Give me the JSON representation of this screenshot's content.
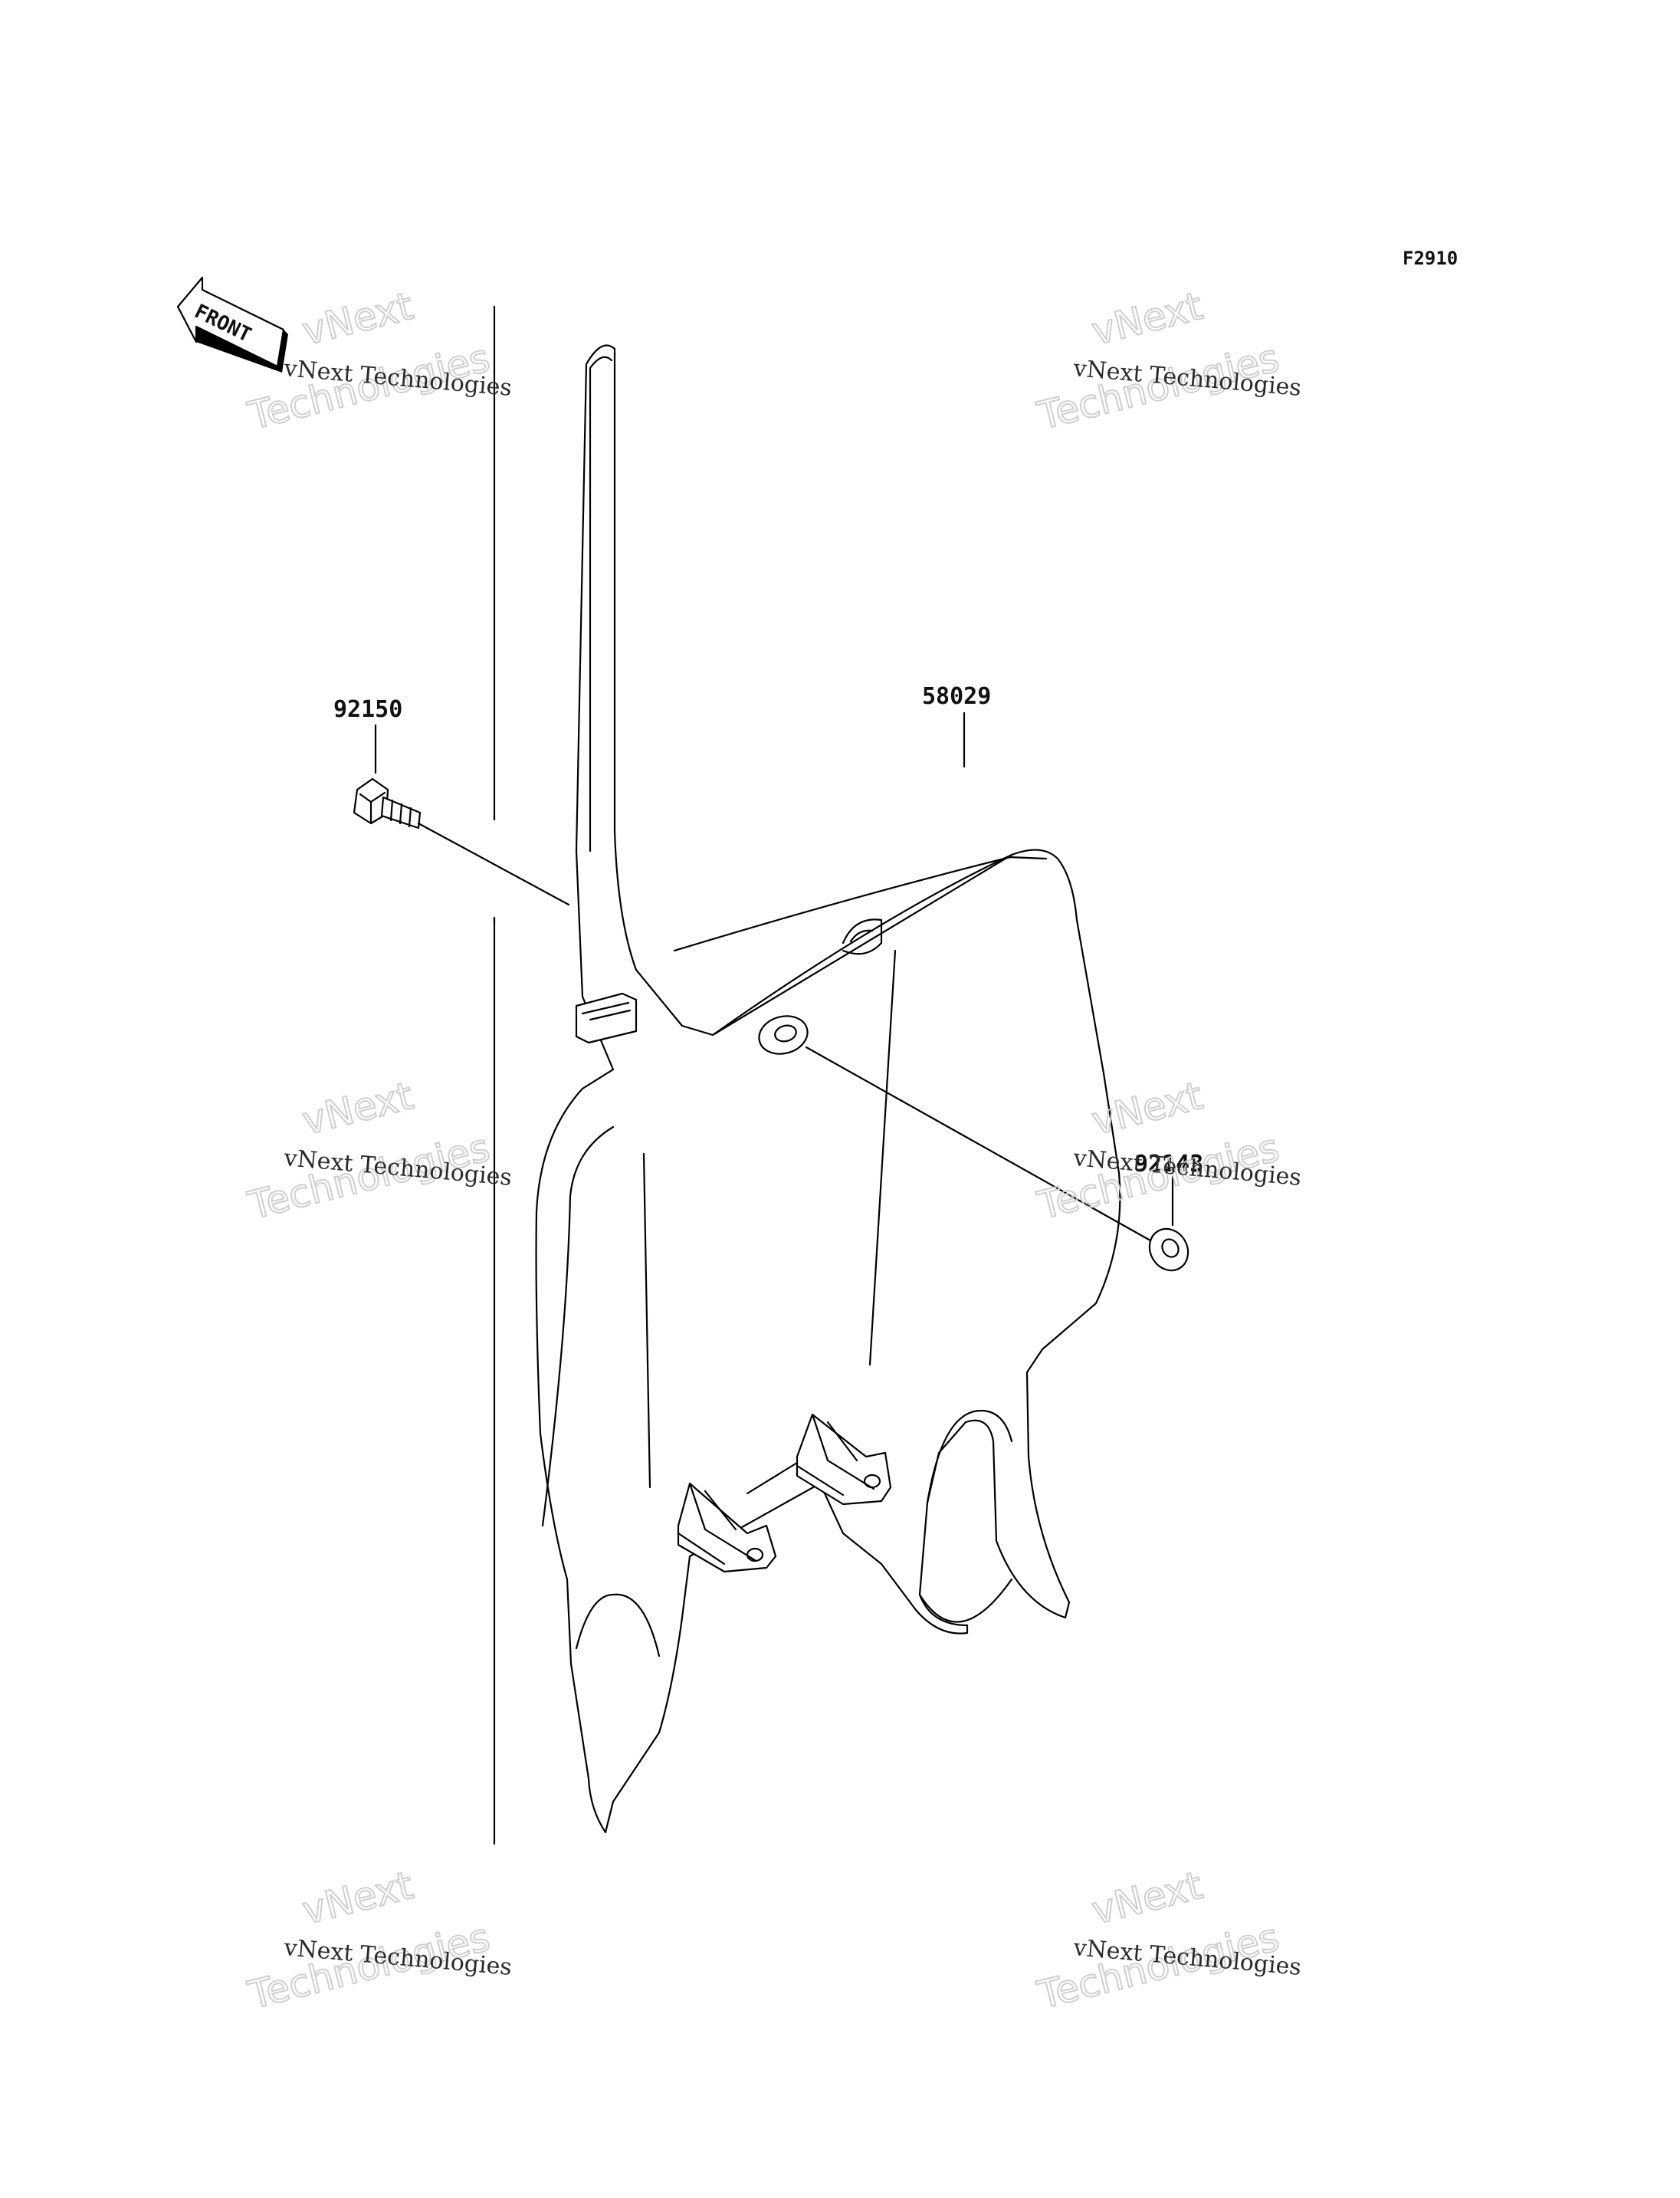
{
  "figure_code": "F2910",
  "front_arrow": {
    "label": "FRONT"
  },
  "parts": {
    "bolt": {
      "number": "92150"
    },
    "cover": {
      "number": "58029"
    },
    "collar": {
      "number": "92143"
    }
  },
  "watermark": {
    "line": "vNext Technologies",
    "big_top": "vNext",
    "big_bottom": "Technologies"
  }
}
